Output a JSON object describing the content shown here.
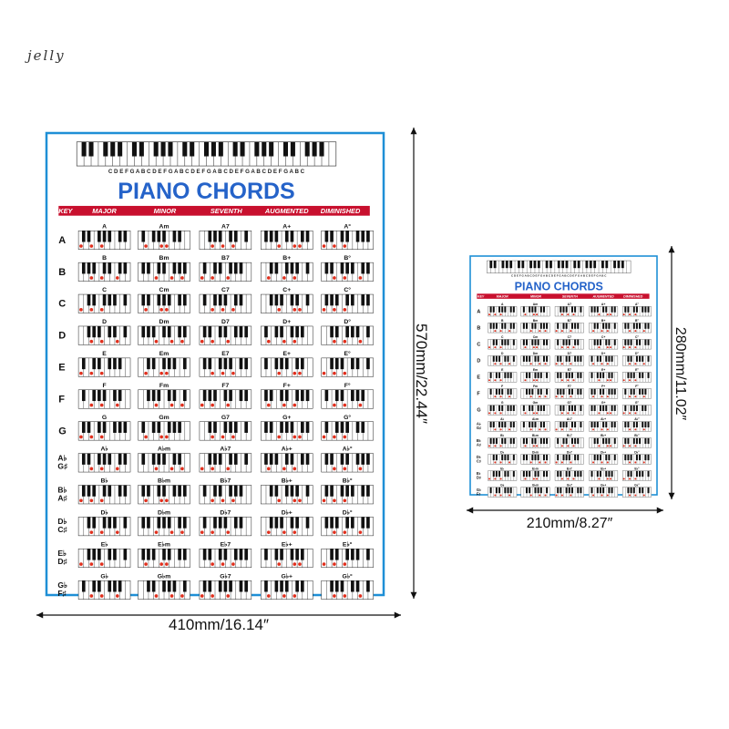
{
  "watermark": "jelly",
  "poster": {
    "title": "PIANO CHORDS",
    "keyboard_letters": "C D E F G A B C D E F G A B C D E F G A B C D E F G A B C D E F G A B C",
    "header": [
      "KEY",
      "MAJOR",
      "MINOR",
      "SEVENTH",
      "AUGMENTED",
      "DIMINISHED"
    ],
    "rows": [
      {
        "key": "A",
        "chords": [
          "A",
          "Am",
          "A7",
          "A+",
          "A°"
        ]
      },
      {
        "key": "B",
        "chords": [
          "B",
          "Bm",
          "B7",
          "B+",
          "B°"
        ]
      },
      {
        "key": "C",
        "chords": [
          "C",
          "Cm",
          "C7",
          "C+",
          "C°"
        ]
      },
      {
        "key": "D",
        "chords": [
          "D",
          "Dm",
          "D7",
          "D+",
          "D°"
        ]
      },
      {
        "key": "E",
        "chords": [
          "E",
          "Em",
          "E7",
          "E+",
          "E°"
        ]
      },
      {
        "key": "F",
        "chords": [
          "F",
          "Fm",
          "F7",
          "F+",
          "F°"
        ]
      },
      {
        "key": "G",
        "chords": [
          "G",
          "Gm",
          "G7",
          "G+",
          "G°"
        ]
      },
      {
        "key": "A♭ G♯",
        "chords": [
          "A♭",
          "A♭m",
          "A♭7",
          "A♭+",
          "A♭°"
        ]
      },
      {
        "key": "B♭ A♯",
        "chords": [
          "B♭",
          "B♭m",
          "B♭7",
          "B♭+",
          "B♭°"
        ]
      },
      {
        "key": "D♭ C♯",
        "chords": [
          "D♭",
          "D♭m",
          "D♭7",
          "D♭+",
          "D♭°"
        ]
      },
      {
        "key": "E♭ D♯",
        "chords": [
          "E♭",
          "E♭m",
          "E♭7",
          "E♭+",
          "E♭°"
        ]
      },
      {
        "key": "G♭ F♯",
        "chords": [
          "G♭",
          "G♭m",
          "G♭7",
          "G♭+",
          "G♭°"
        ]
      }
    ]
  },
  "dimensions": {
    "large_width": "410mm/16.14″",
    "large_height": "570mm/22.44″",
    "small_width": "210mm/8.27″",
    "small_height": "280mm/11.02″"
  },
  "colors": {
    "frame": "#1e8fd6",
    "title": "#2563c9",
    "header": "#c8102e",
    "dot": "#e0301e"
  }
}
